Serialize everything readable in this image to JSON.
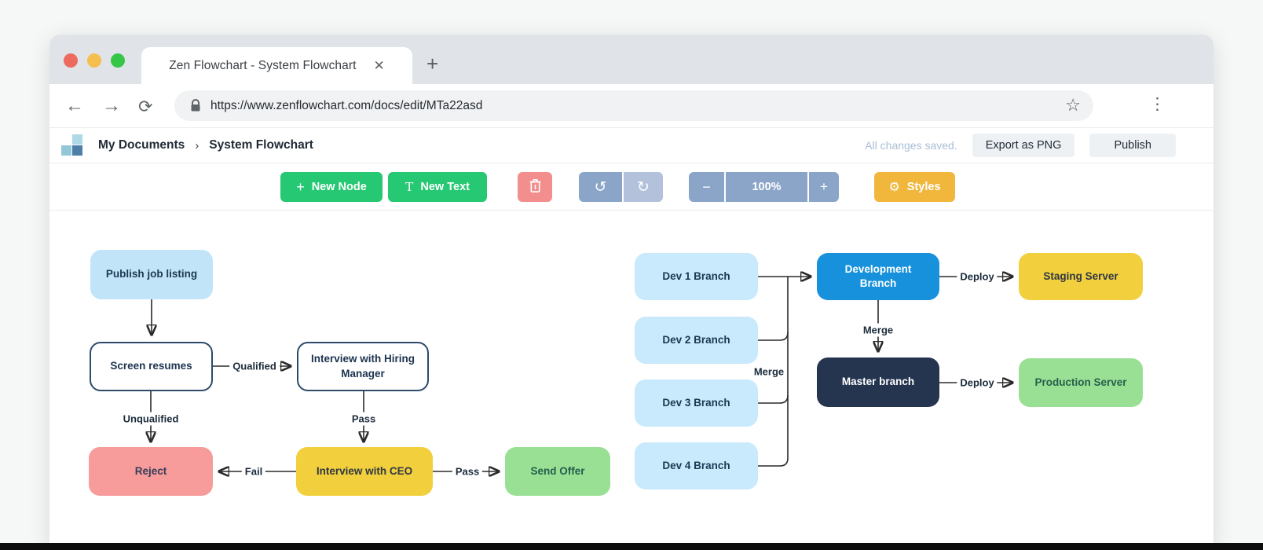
{
  "browser": {
    "tab_title": "Zen Flowchart - System Flowchart",
    "url": "https://www.zenflowchart.com/docs/edit/MTa22asd"
  },
  "icons": {
    "back": "←",
    "forward": "→",
    "reload": "⟳",
    "star": "☆",
    "menu": "⋮",
    "close_tab": "✕",
    "new_tab": "+",
    "breadcrumb_chevron": "›",
    "undo": "↺",
    "redo": "↻",
    "gear": "⚙",
    "traffic_lights": [
      "close",
      "minimize",
      "zoom"
    ]
  },
  "header": {
    "breadcrumb_root": "My Documents",
    "doc_title": "System Flowchart",
    "status": "All changes saved.",
    "export_button": "Export as PNG",
    "publish_button": "Publish"
  },
  "toolbar": {
    "new_node_icon": "+",
    "new_node": "New Node",
    "new_text_icon": "T",
    "new_text": "New Text",
    "zoom_out": "−",
    "zoom_level": "100%",
    "zoom_in": "+",
    "styles": "Styles"
  },
  "colors": {
    "toolbar_green": "#26c873",
    "toolbar_red": "#f28e8e",
    "toolbar_bluegray": "#8ba5c8",
    "toolbar_amber": "#f1b73d",
    "node_lightblue": "#c2e4f8",
    "node_paleblue": "#c9e9fc",
    "node_outline_border": "#2d4a6b",
    "node_pink": "#f79b9b",
    "node_yellow": "#f2cf3c",
    "node_green": "#99e094",
    "node_blue": "#1791dc",
    "node_navy": "#253550"
  },
  "flowchart": {
    "nodes": [
      {
        "id": "publish-job-listing",
        "label": "Publish job listing",
        "style": "lightblue"
      },
      {
        "id": "screen-resumes",
        "label": "Screen resumes",
        "style": "outline"
      },
      {
        "id": "interview-hiring-manager",
        "label": "Interview with Hiring Manager",
        "style": "outline"
      },
      {
        "id": "reject",
        "label": "Reject",
        "style": "pink"
      },
      {
        "id": "interview-ceo",
        "label": "Interview with CEO",
        "style": "yellow"
      },
      {
        "id": "send-offer",
        "label": "Send Offer",
        "style": "green"
      },
      {
        "id": "dev-1-branch",
        "label": "Dev 1 Branch",
        "style": "paleblue"
      },
      {
        "id": "dev-2-branch",
        "label": "Dev 2 Branch",
        "style": "paleblue"
      },
      {
        "id": "dev-3-branch",
        "label": "Dev 3 Branch",
        "style": "paleblue"
      },
      {
        "id": "dev-4-branch",
        "label": "Dev 4 Branch",
        "style": "paleblue"
      },
      {
        "id": "development-branch",
        "label": "Development Branch",
        "style": "blue"
      },
      {
        "id": "master-branch",
        "label": "Master branch",
        "style": "navy"
      },
      {
        "id": "staging-server",
        "label": "Staging Server",
        "style": "yellow"
      },
      {
        "id": "production-server",
        "label": "Production Server",
        "style": "green"
      }
    ],
    "edges": [
      {
        "from": "publish-job-listing",
        "to": "screen-resumes",
        "label": ""
      },
      {
        "from": "screen-resumes",
        "to": "interview-hiring-manager",
        "label": "Qualified"
      },
      {
        "from": "screen-resumes",
        "to": "reject",
        "label": "Unqualified"
      },
      {
        "from": "interview-hiring-manager",
        "to": "interview-ceo",
        "label": "Pass"
      },
      {
        "from": "interview-ceo",
        "to": "reject",
        "label": "Fail"
      },
      {
        "from": "interview-ceo",
        "to": "send-offer",
        "label": "Pass"
      },
      {
        "from": "dev-branches-1-2-3-4",
        "to": "development-branch",
        "label": "Merge"
      },
      {
        "from": "development-branch",
        "to": "master-branch",
        "label": "Merge"
      },
      {
        "from": "development-branch",
        "to": "staging-server",
        "label": "Deploy"
      },
      {
        "from": "master-branch",
        "to": "production-server",
        "label": "Deploy"
      }
    ]
  }
}
